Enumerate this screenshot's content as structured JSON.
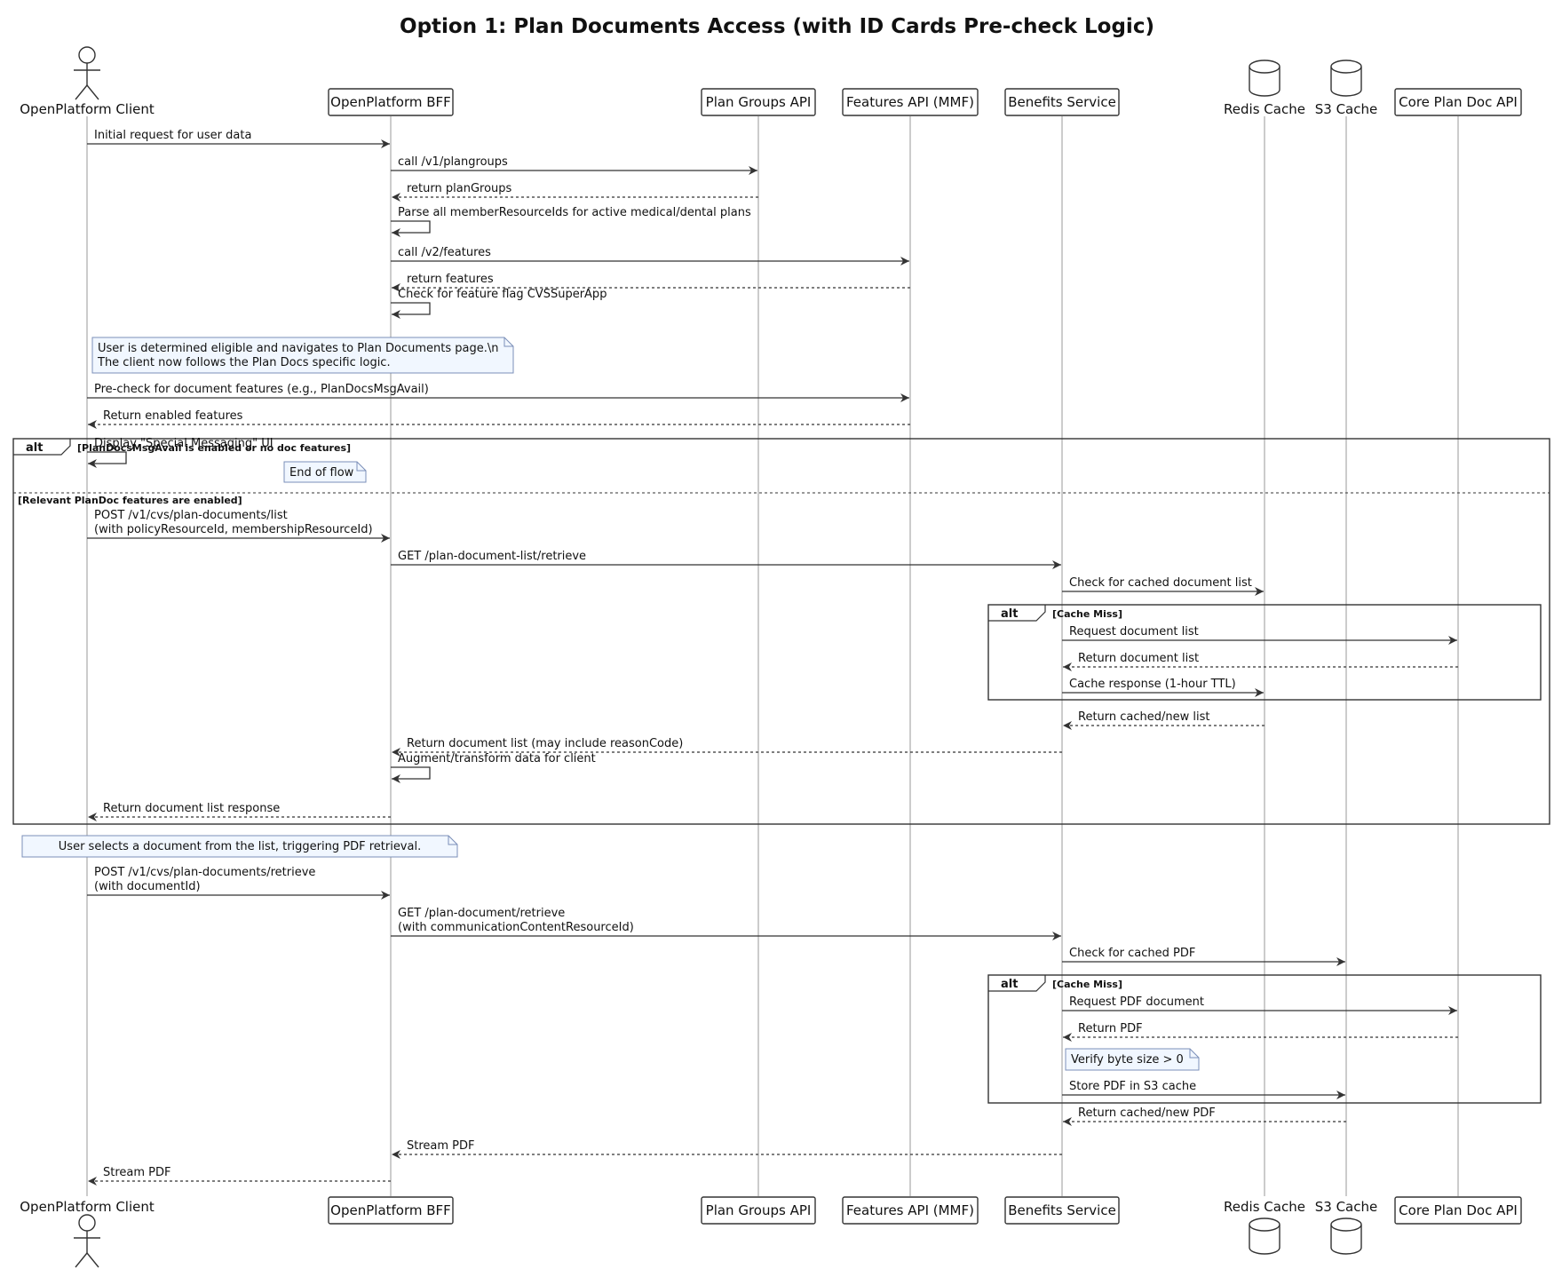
{
  "title": "Option 1: Plan Documents Access (with ID Cards Pre-check Logic)",
  "colors": {
    "line": "#333333",
    "lifeline": "#999999",
    "note_fill": "#f1f7ff",
    "note_border": "#7b8fb8",
    "box_fill": "#ffffff"
  },
  "participants": [
    {
      "id": "client",
      "label": "OpenPlatform Client",
      "kind": "actor"
    },
    {
      "id": "bff",
      "label": "OpenPlatform BFF",
      "kind": "box"
    },
    {
      "id": "pg",
      "label": "Plan Groups API",
      "kind": "box"
    },
    {
      "id": "feat",
      "label": "Features API (MMF)",
      "kind": "box"
    },
    {
      "id": "ben",
      "label": "Benefits Service",
      "kind": "box"
    },
    {
      "id": "redis",
      "label": "Redis Cache",
      "kind": "database"
    },
    {
      "id": "s3",
      "label": "S3 Cache",
      "kind": "database"
    },
    {
      "id": "core",
      "label": "Core Plan Doc API",
      "kind": "box"
    }
  ],
  "messages": [
    {
      "from": "client",
      "to": "bff",
      "text": [
        "Initial request for user data"
      ],
      "style": "solid"
    },
    {
      "from": "bff",
      "to": "pg",
      "text": [
        "call /v1/plangroups"
      ],
      "style": "solid"
    },
    {
      "from": "pg",
      "to": "bff",
      "text": [
        "return planGroups"
      ],
      "style": "dashed"
    },
    {
      "from": "bff",
      "to": "bff",
      "text": [
        "Parse all memberResourceIds for active medical/dental plans"
      ],
      "style": "solid"
    },
    {
      "from": "bff",
      "to": "feat",
      "text": [
        "call /v2/features"
      ],
      "style": "solid"
    },
    {
      "from": "feat",
      "to": "bff",
      "text": [
        "return features"
      ],
      "style": "dashed"
    },
    {
      "from": "bff",
      "to": "bff",
      "text": [
        "Check for feature flag CVSSuperApp"
      ],
      "style": "solid"
    },
    {
      "from": "client",
      "to": "feat",
      "text": [
        "Pre-check for document features (e.g., PlanDocsMsgAvail)"
      ],
      "style": "solid"
    },
    {
      "from": "feat",
      "to": "client",
      "text": [
        "Return enabled features"
      ],
      "style": "dashed"
    },
    {
      "from": "client",
      "to": "client",
      "text": [
        "Display \"Special Messaging\" UI"
      ],
      "style": "solid"
    },
    {
      "from": "client",
      "to": "bff",
      "text": [
        "POST /v1/cvs/plan-documents/list",
        "(with policyResourceId, membershipResourceId)"
      ],
      "style": "solid"
    },
    {
      "from": "bff",
      "to": "ben",
      "text": [
        "GET /plan-document-list/retrieve"
      ],
      "style": "solid"
    },
    {
      "from": "ben",
      "to": "redis",
      "text": [
        "Check for cached document list"
      ],
      "style": "solid"
    },
    {
      "from": "ben",
      "to": "core",
      "text": [
        "Request document list"
      ],
      "style": "solid"
    },
    {
      "from": "core",
      "to": "ben",
      "text": [
        "Return document list"
      ],
      "style": "dashed"
    },
    {
      "from": "ben",
      "to": "redis",
      "text": [
        "Cache response (1-hour TTL)"
      ],
      "style": "solid"
    },
    {
      "from": "redis",
      "to": "ben",
      "text": [
        "Return cached/new list"
      ],
      "style": "dashed"
    },
    {
      "from": "ben",
      "to": "bff",
      "text": [
        "Return document list (may include reasonCode)"
      ],
      "style": "dashed"
    },
    {
      "from": "bff",
      "to": "bff",
      "text": [
        "Augment/transform data for client"
      ],
      "style": "solid"
    },
    {
      "from": "bff",
      "to": "client",
      "text": [
        "Return document list response"
      ],
      "style": "dashed"
    },
    {
      "from": "client",
      "to": "bff",
      "text": [
        "POST /v1/cvs/plan-documents/retrieve",
        "(with documentId)"
      ],
      "style": "solid"
    },
    {
      "from": "bff",
      "to": "ben",
      "text": [
        "GET /plan-document/retrieve",
        "(with communicationContentResourceId)"
      ],
      "style": "solid"
    },
    {
      "from": "ben",
      "to": "s3",
      "text": [
        "Check for cached PDF"
      ],
      "style": "solid"
    },
    {
      "from": "ben",
      "to": "core",
      "text": [
        "Request PDF document"
      ],
      "style": "solid"
    },
    {
      "from": "core",
      "to": "ben",
      "text": [
        "Return PDF"
      ],
      "style": "dashed"
    },
    {
      "from": "ben",
      "to": "s3",
      "text": [
        "Store PDF in S3 cache"
      ],
      "style": "solid"
    },
    {
      "from": "s3",
      "to": "ben",
      "text": [
        "Return cached/new PDF"
      ],
      "style": "dashed"
    },
    {
      "from": "ben",
      "to": "bff",
      "text": [
        "Stream PDF"
      ],
      "style": "dashed"
    },
    {
      "from": "bff",
      "to": "client",
      "text": [
        "Stream PDF"
      ],
      "style": "dashed"
    }
  ],
  "notes": [
    {
      "text": [
        "User is determined eligible and navigates to Plan Documents page.\\n",
        "The client now follows the Plan Docs specific logic."
      ],
      "align": "left"
    },
    {
      "text": [
        "End of flow"
      ],
      "align": "left"
    },
    {
      "text": [
        "User selects a document from the list, triggering PDF retrieval."
      ],
      "align": "center"
    },
    {
      "text": [
        "Verify byte size > 0"
      ],
      "align": "left"
    }
  ],
  "fragments": [
    {
      "keyword": "alt",
      "guards": [
        "[PlanDocsMsgAvail is enabled or no doc features]",
        "[Relevant PlanDoc features are enabled]"
      ]
    },
    {
      "keyword": "alt",
      "guards": [
        "[Cache Miss]"
      ]
    },
    {
      "keyword": "alt",
      "guards": [
        "[Cache Miss]"
      ]
    }
  ]
}
